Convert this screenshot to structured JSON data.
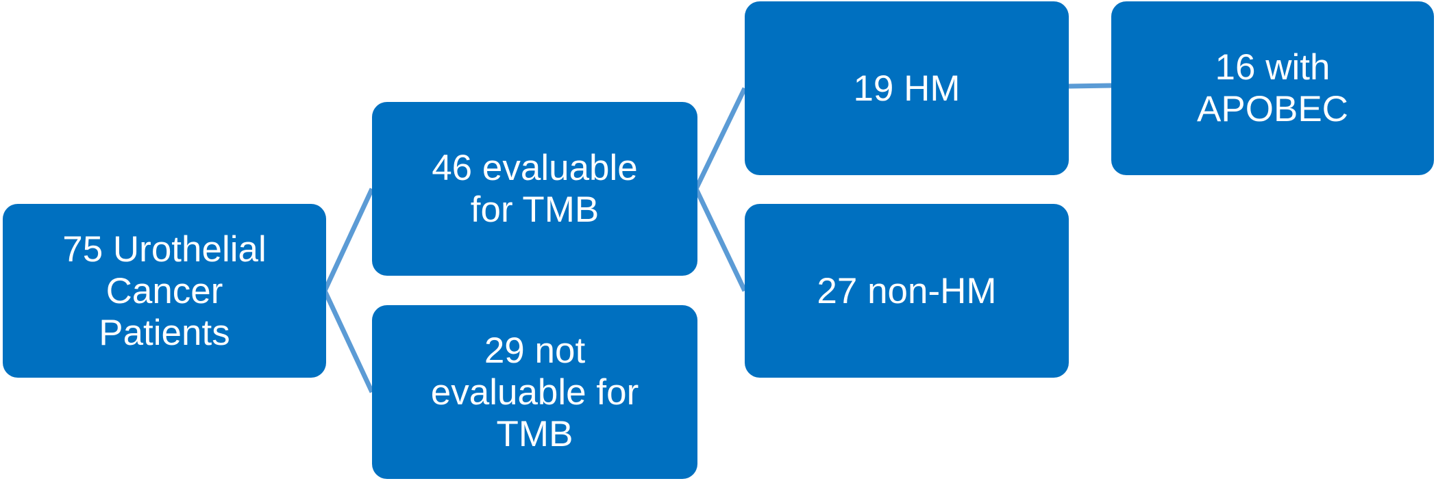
{
  "diagram": {
    "type": "flowchart",
    "colors": {
      "box_fill": "#0070c0",
      "box_text": "#ffffff",
      "connector": "#5b9bd5"
    },
    "nodes": {
      "root": "75 Urothelial\nCancer\nPatients",
      "evaluable": "46 evaluable\nfor TMB",
      "not_evaluable": "29 not\nevaluable for\nTMB",
      "hm": "19 HM",
      "non_hm": "27 non-HM",
      "apobec": "16 with\nAPOBEC"
    },
    "edges": [
      {
        "from": "root",
        "to": "evaluable"
      },
      {
        "from": "root",
        "to": "not_evaluable"
      },
      {
        "from": "evaluable",
        "to": "hm"
      },
      {
        "from": "evaluable",
        "to": "non_hm"
      },
      {
        "from": "hm",
        "to": "apobec"
      }
    ]
  }
}
